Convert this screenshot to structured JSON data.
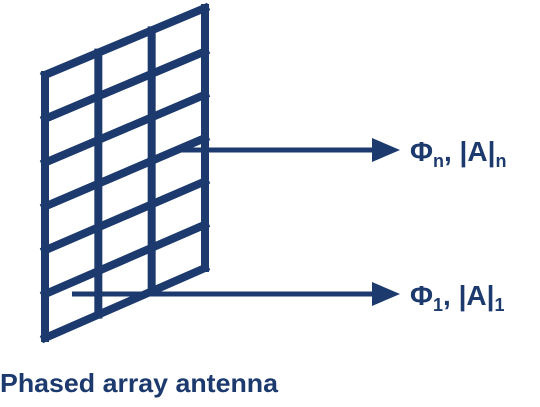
{
  "diagram": {
    "caption": "Phased array antenna",
    "color": "#1c3a6e",
    "outputs": [
      {
        "phi": "Φ",
        "subscript": "n",
        "sep": ", ",
        "amp": "|A|",
        "amp_subscript": "n"
      },
      {
        "phi": "Φ",
        "subscript": "1",
        "sep": ", ",
        "amp": "|A|",
        "amp_subscript": "1"
      }
    ],
    "grid": {
      "columns": 3,
      "rows": 6
    }
  }
}
